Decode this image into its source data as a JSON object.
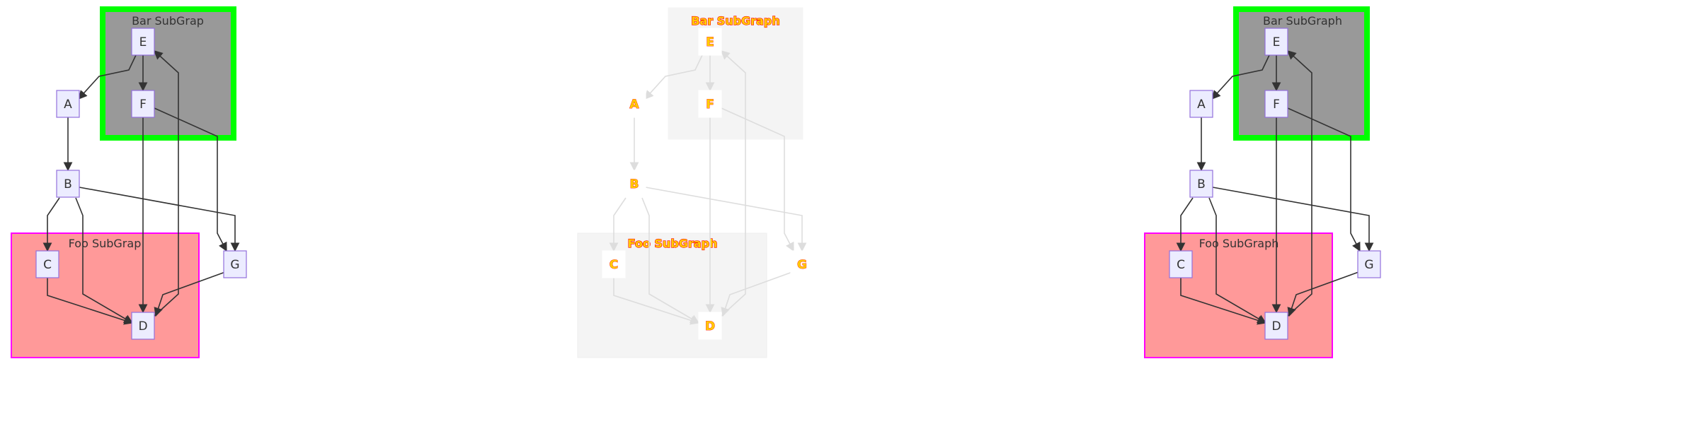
{
  "diagrams": [
    {
      "id": "left",
      "subgraphs": [
        {
          "key": "bar",
          "title": "Bar SubGrap",
          "fill": "#999999",
          "stroke": "#00ff00"
        },
        {
          "key": "foo",
          "title": "Foo SubGrap",
          "fill": "#ff9999",
          "stroke": "#ff00ff"
        }
      ],
      "nodes": [
        "E",
        "F",
        "A",
        "B",
        "C",
        "D",
        "G"
      ]
    },
    {
      "id": "middle",
      "subgraphs": [
        {
          "key": "bar",
          "title": "Bar SubGraph",
          "fill": "#f4f4f4",
          "stroke": "#f4f4f4"
        },
        {
          "key": "foo",
          "title": "Foo SubGraph",
          "fill": "#f4f4f4",
          "stroke": "#eeeeee"
        }
      ],
      "nodes": [
        "E",
        "F",
        "A",
        "B",
        "C",
        "D",
        "G"
      ]
    },
    {
      "id": "right",
      "subgraphs": [
        {
          "key": "bar",
          "title": "Bar SubGraph",
          "fill": "#999999",
          "stroke": "#00ff00"
        },
        {
          "key": "foo",
          "title": "Foo SubGraph",
          "fill": "#ff9999",
          "stroke": "#ff00ff"
        }
      ],
      "nodes": [
        "E",
        "F",
        "A",
        "B",
        "C",
        "D",
        "G"
      ]
    }
  ],
  "colors": {
    "node_fill": "#ECECFF",
    "node_stroke": "#9370DB",
    "edge": "#333333",
    "edge_faint": "#dddddd",
    "text": "#333333",
    "fx_text_fill": "#ffcc00",
    "fx_text_stroke": "#ff0000"
  }
}
